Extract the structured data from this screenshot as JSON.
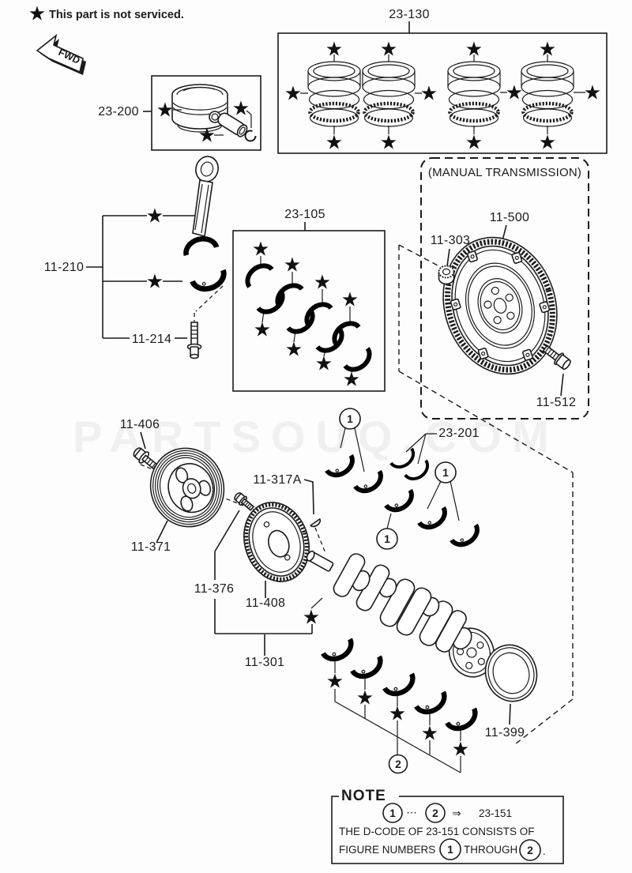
{
  "colors": {
    "ink": "#1b1b1b",
    "paper": "#fdfdfd"
  },
  "legend": {
    "star": "★",
    "text": "This part is not serviced."
  },
  "fwd": {
    "label": "FWD"
  },
  "watermark": {
    "text": "PARTSOUQ.COM"
  },
  "groups": {
    "rings": "23-130",
    "piston": "23-200",
    "rod": "11-210",
    "rod_bolt": "11-214",
    "rod_bearings": "23-105",
    "mt": "(MANUAL TRANSMISSION)",
    "flywheel": "11-500",
    "pilot_bearing": "11-303",
    "flywheel_bolt": "11-512",
    "pulley_bolt": "11-406",
    "pulley": "11-371",
    "sprocket_bolt": "11-376",
    "sprocket": "11-408",
    "crankshaft": "11-301",
    "key": "11-317A",
    "thrust_washer": "23-201",
    "oil_seal": "11-399"
  },
  "callouts": {
    "c1": "1",
    "c2": "2"
  },
  "note": {
    "title": "NOTE",
    "c1": "1",
    "dots": "⋯",
    "c2": "2",
    "arrow": "⇒",
    "code": "23-151",
    "line2": "THE D-CODE OF  23-151  CONSISTS OF",
    "line3a": "FIGURE NUMBERS",
    "line3b": "THROUGH",
    "line3c": "."
  }
}
